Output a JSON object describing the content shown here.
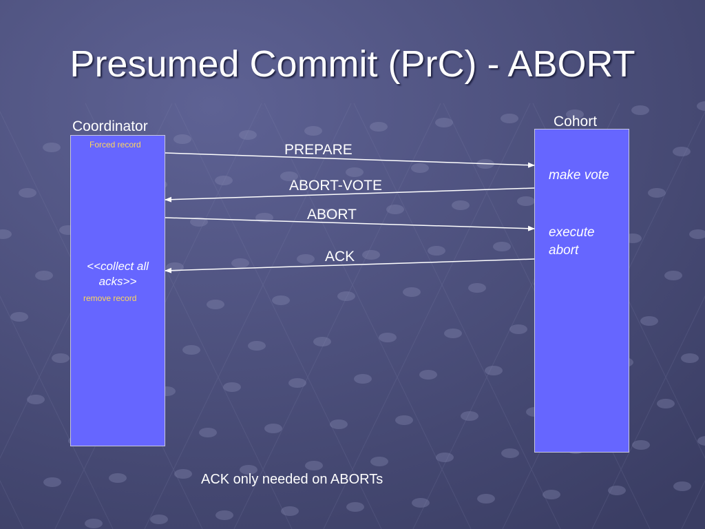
{
  "slide": {
    "title": "Presumed Commit (PrC) - ABORT",
    "footer_note": "ACK only needed on ABORTs"
  },
  "coordinator": {
    "label": "Coordinator",
    "forced_record": "Forced record",
    "collect_line1": "<<collect all",
    "collect_line2": "acks>>",
    "remove_record": "remove record"
  },
  "cohort": {
    "label": "Cohort",
    "make_vote": "make vote",
    "execute_line1": "execute",
    "execute_line2": "abort"
  },
  "messages": [
    {
      "label": "PREPARE",
      "direction": "coordinator-to-cohort"
    },
    {
      "label": "ABORT-VOTE",
      "direction": "cohort-to-coordinator"
    },
    {
      "label": "ABORT",
      "direction": "coordinator-to-cohort"
    },
    {
      "label": "ACK",
      "direction": "cohort-to-coordinator"
    }
  ],
  "colors": {
    "background": "#4a4e7a",
    "lifeline_box": "#6666ff",
    "annotation": "#ffd75a",
    "text": "#ffffff"
  }
}
